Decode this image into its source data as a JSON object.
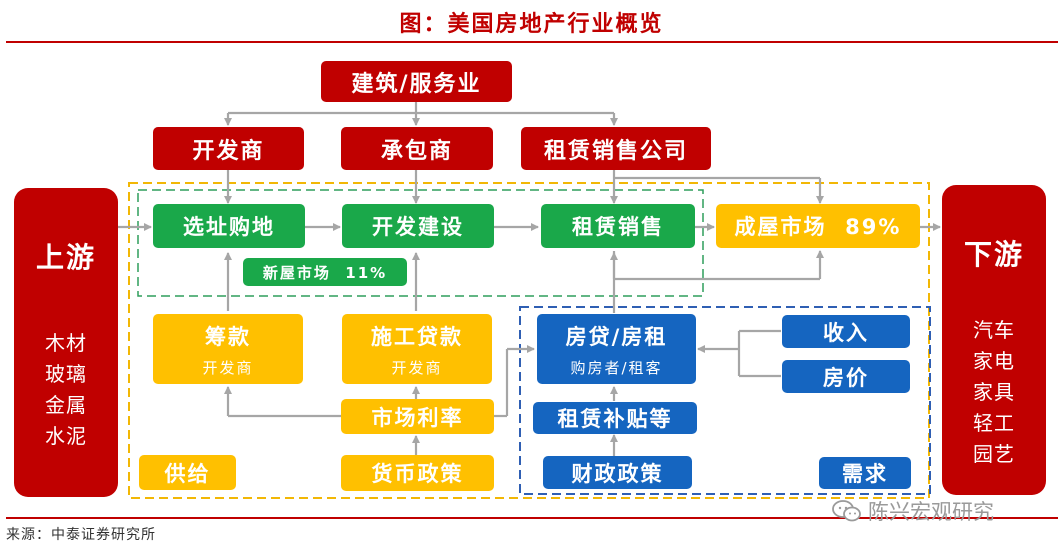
{
  "title": "图：美国房地产行业概览",
  "source": "来源：中泰证券研究所",
  "watermark": "陈兴宏观研究",
  "colors": {
    "red": "#c00000",
    "green": "#1aa84a",
    "yellow": "#ffc000",
    "blue": "#1565c0",
    "gray_line": "#a6a6a6",
    "dashed_yellow": "#f2b705",
    "dashed_green": "#2e9e5b",
    "dashed_blue": "#2f5fb3"
  },
  "top": {
    "construction_services": "建筑/服务业",
    "developer": "开发商",
    "contractor": "承包商",
    "leasing_sales_company": "租赁销售公司"
  },
  "upstream": {
    "title": "上游",
    "materials": [
      "木材",
      "玻璃",
      "金属",
      "水泥"
    ]
  },
  "downstream": {
    "title": "下游",
    "industries": [
      "汽车",
      "家电",
      "家具",
      "轻工",
      "园艺"
    ]
  },
  "chain": {
    "site_land_purchase": "选址购地",
    "development_construction": "开发建设",
    "leasing_sales": "租赁销售",
    "existing_home_market": "成屋市场  89%",
    "new_home_market": "新屋市场  11%"
  },
  "supply": {
    "fundraising": "筹款",
    "fundraising_sub": "开发商",
    "construction_loan": "施工贷款",
    "construction_loan_sub": "开发商",
    "market_rate": "市场利率",
    "monetary_policy": "货币政策",
    "label": "供给"
  },
  "demand": {
    "mortgage_rent": "房贷/房租",
    "mortgage_rent_sub": "购房者/租客",
    "income": "收入",
    "house_price": "房价",
    "rental_subsidy": "租赁补贴等",
    "fiscal_policy": "财政政策",
    "label": "需求"
  }
}
